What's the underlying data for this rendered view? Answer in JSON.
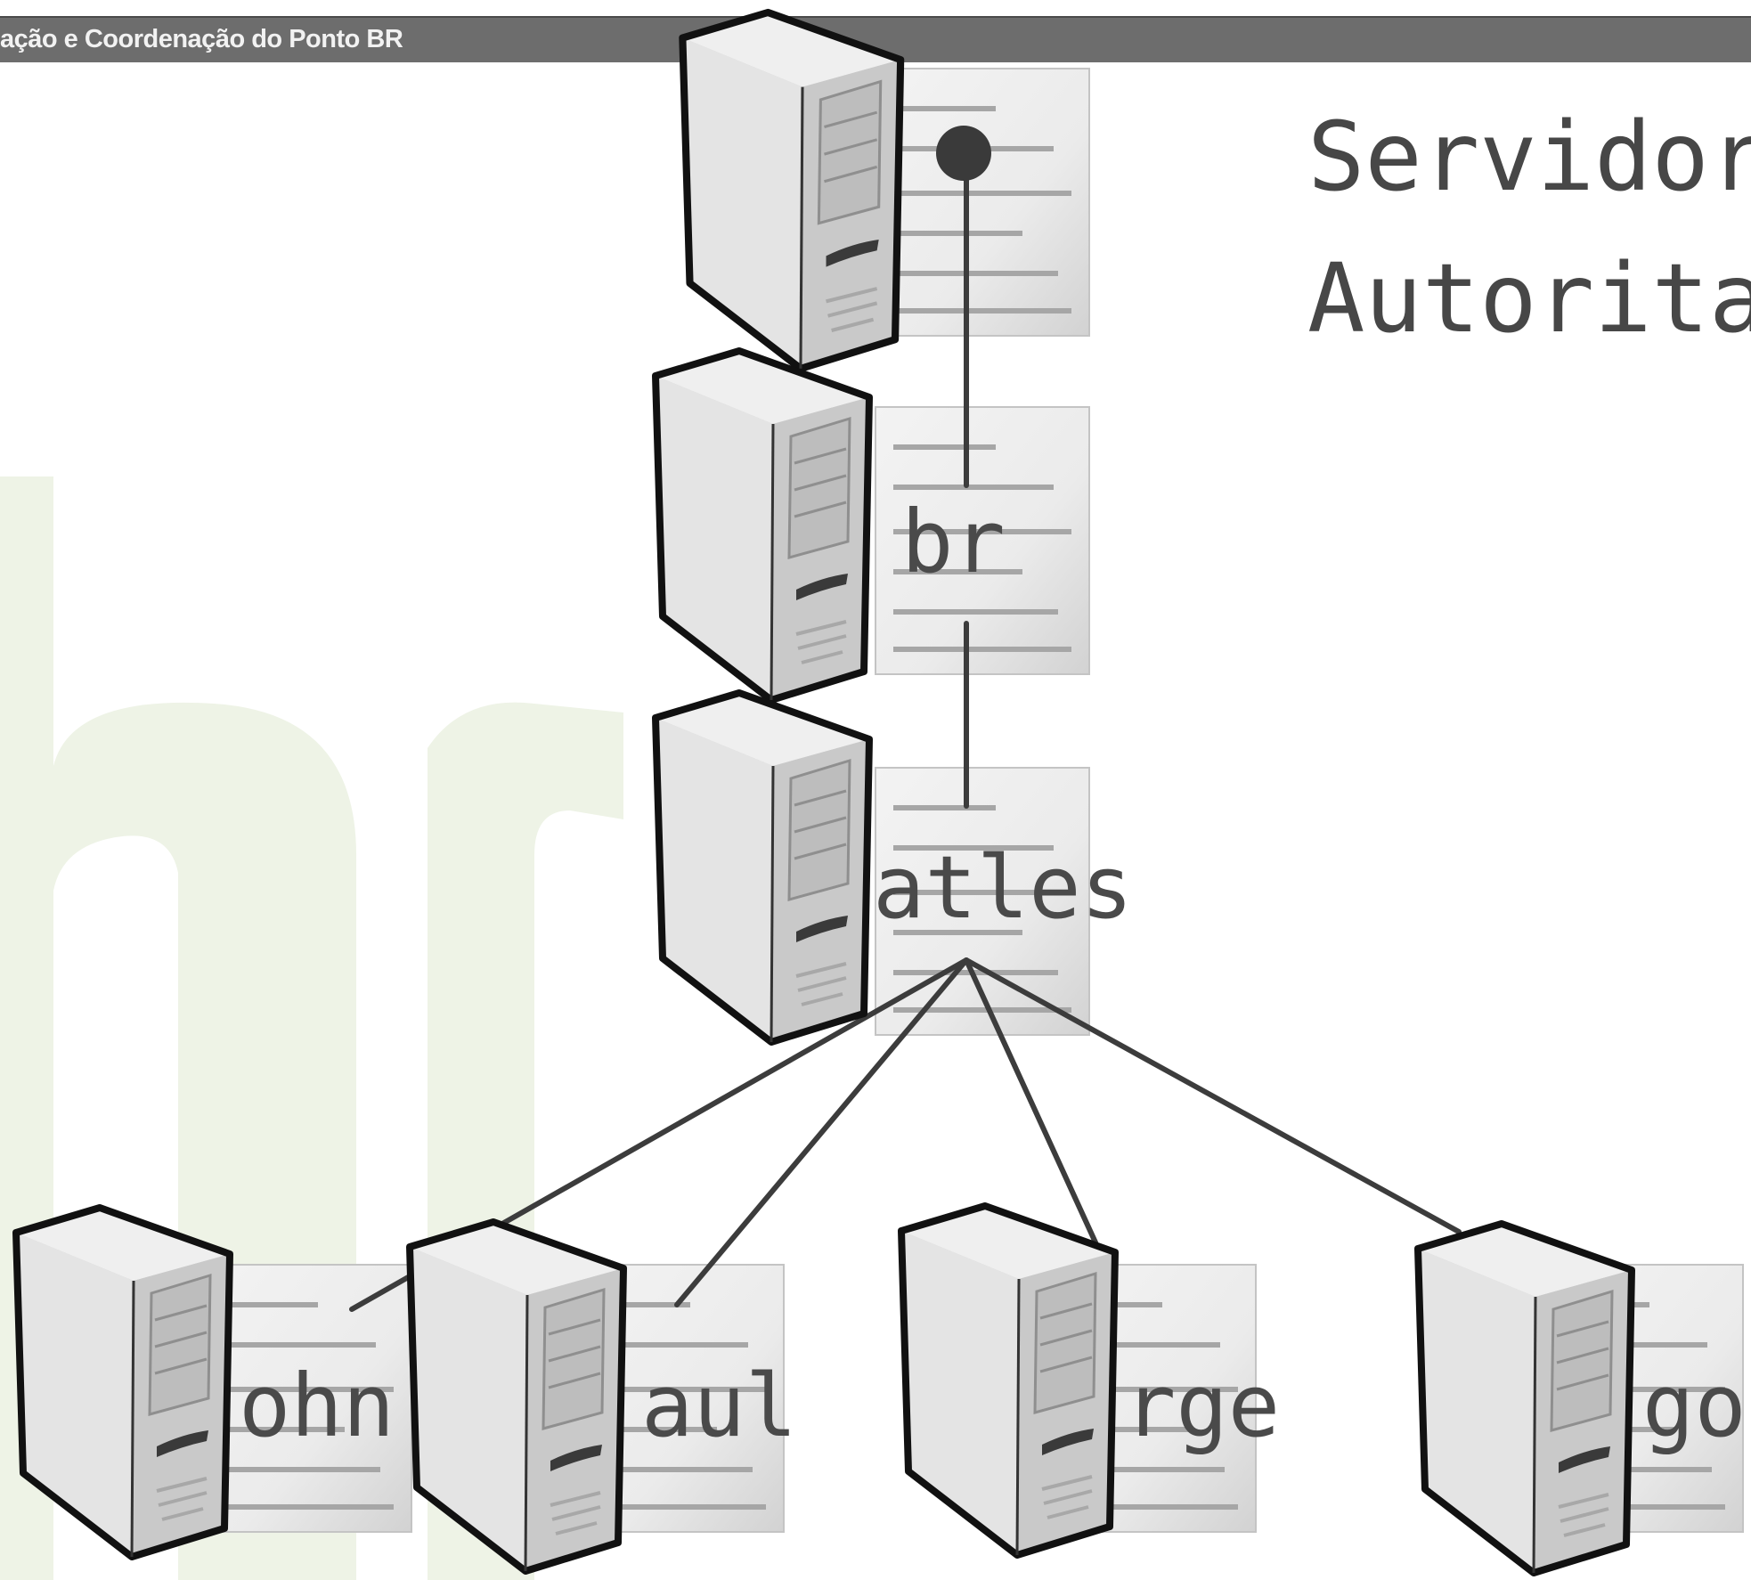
{
  "header": {
    "text": "ação e Coordenação do Ponto BR"
  },
  "title": {
    "line1": "Servidor",
    "line2": "Autorita"
  },
  "colors": {
    "header_bar": "#6d6d6d",
    "header_text": "#f2f2f2",
    "watermark": "#eef3e6",
    "server_fill": "#dedede",
    "server_outline": "#111111",
    "connector": "#3c3c3c",
    "label_text": "#4a4a4a"
  },
  "icons": {
    "server": "server-tower-icon",
    "zone_document": "zone-file-document-icon",
    "root_dot": "root-dot-icon",
    "watermark": "br-watermark-logo"
  },
  "nodes": {
    "root": {
      "label": ""
    },
    "br": {
      "label": "br"
    },
    "beatles": {
      "label": "atles"
    },
    "john": {
      "label": "ohn"
    },
    "paul": {
      "label": "aul"
    },
    "george": {
      "label": "rge"
    },
    "ringo": {
      "label": "go"
    }
  }
}
